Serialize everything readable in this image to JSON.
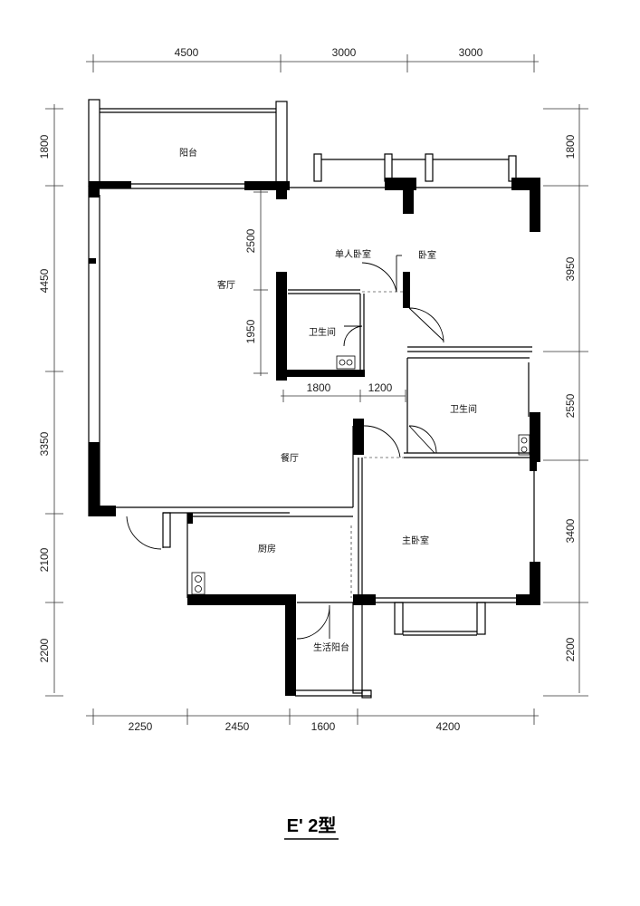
{
  "dimensions": {
    "top": [
      "4500",
      "3000",
      "3000"
    ],
    "bottom": [
      "2250",
      "2450",
      "1600",
      "4200"
    ],
    "left": [
      "1800",
      "4450",
      "3350",
      "2100",
      "2200"
    ],
    "right": [
      "1800",
      "3950",
      "2550",
      "3400",
      "2200"
    ],
    "inner": [
      "2500",
      "1950",
      "1800",
      "1200"
    ]
  },
  "rooms": {
    "balcony": "阳台",
    "living_room": "客厅",
    "single_bedroom": "单人卧室",
    "bedroom": "卧室",
    "bathroom_1": "卫生间",
    "bathroom_2": "卫生间",
    "dining_room": "餐厅",
    "kitchen": "厨房",
    "master_bedroom": "主卧室",
    "service_balcony": "生活阳台"
  },
  "title": "E' 2型"
}
